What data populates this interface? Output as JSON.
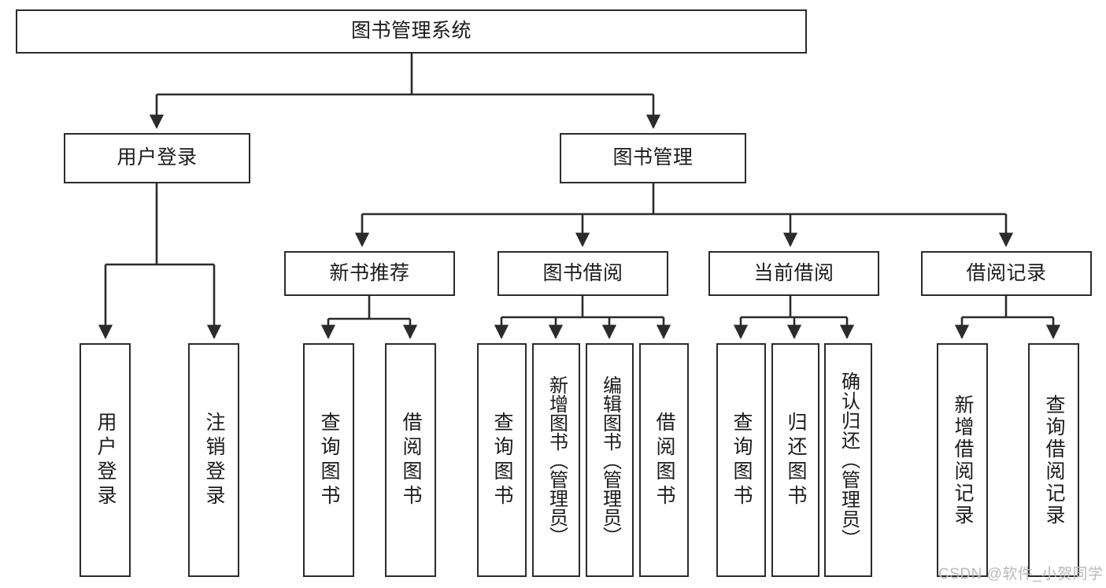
{
  "diagram": {
    "title": "图书管理系统",
    "type": "tree",
    "orientation": "top-down",
    "colors": {
      "node_border": "#2b2b2b",
      "node_fill": "#ffffff",
      "edge": "#2b2b2b",
      "text": "#1b1b1b",
      "watermark": "#b9b9b9",
      "background": "#ffffff"
    }
  },
  "watermark": {
    "text": "CSDN @软件_小贺同学"
  },
  "nodes": {
    "root": {
      "label": "图书管理系统",
      "level": 0
    },
    "l1": [
      {
        "id": "user_login",
        "label": "用户登录",
        "level": 1
      },
      {
        "id": "book_manage",
        "label": "图书管理",
        "level": 1
      }
    ],
    "l2": [
      {
        "id": "new_book_rec",
        "label": "新书推荐",
        "level": 2,
        "parent": "book_manage"
      },
      {
        "id": "book_borrow",
        "label": "图书借阅",
        "level": 2,
        "parent": "book_manage"
      },
      {
        "id": "current_borrow",
        "label": "当前借阅",
        "level": 2,
        "parent": "book_manage"
      },
      {
        "id": "borrow_record",
        "label": "借阅记录",
        "level": 2,
        "parent": "book_manage"
      }
    ],
    "leaves": [
      {
        "id": "leaf_user_login",
        "label": "用户登录",
        "parent": "user_login"
      },
      {
        "id": "leaf_user_logout",
        "label": "注销登录",
        "parent": "user_login"
      },
      {
        "id": "leaf_query_book_1",
        "label": "查询图书",
        "parent": "new_book_rec"
      },
      {
        "id": "leaf_borrow_book_1",
        "label": "借阅图书",
        "parent": "new_book_rec"
      },
      {
        "id": "leaf_query_book_2",
        "label": "查询图书",
        "parent": "book_borrow"
      },
      {
        "id": "leaf_add_book",
        "label": "新增图书（管理员）",
        "parent": "book_borrow"
      },
      {
        "id": "leaf_edit_book",
        "label": "编辑图书（管理员）",
        "parent": "book_borrow"
      },
      {
        "id": "leaf_borrow_book_2",
        "label": "借阅图书",
        "parent": "book_borrow"
      },
      {
        "id": "leaf_query_book_3",
        "label": "查询图书",
        "parent": "current_borrow"
      },
      {
        "id": "leaf_return_book",
        "label": "归还图书",
        "parent": "current_borrow"
      },
      {
        "id": "leaf_confirm_return",
        "label": "确认归还（管理员）",
        "parent": "current_borrow"
      },
      {
        "id": "leaf_add_record",
        "label": "新增借阅记录",
        "parent": "borrow_record"
      },
      {
        "id": "leaf_query_record",
        "label": "查询借阅记录",
        "parent": "borrow_record"
      }
    ]
  }
}
